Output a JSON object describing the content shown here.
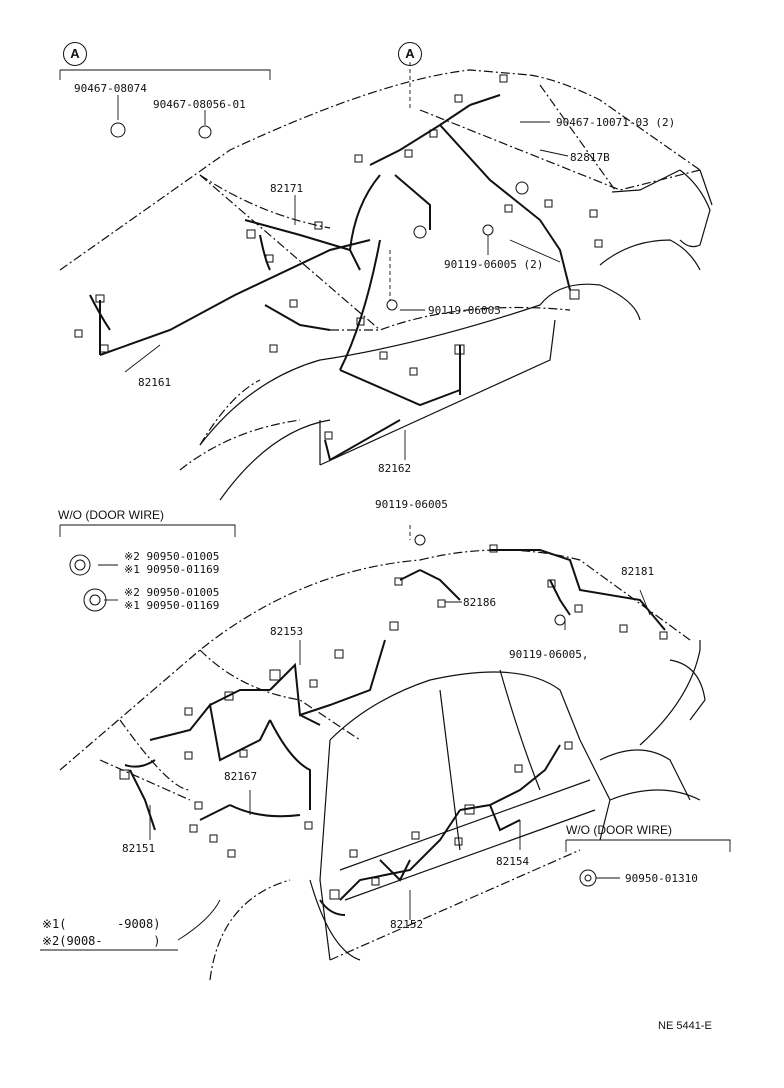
{
  "top_section": {
    "callout_a_left": "A",
    "callout_a_right": "A",
    "clip_1": "90467-08074",
    "clip_2": "90467-08056-01",
    "clip_3": "90467-10071-03 (2)",
    "part_82817b": "82817B",
    "part_82171": "82171",
    "bolt_2": "90119-06005 (2)",
    "bolt_1": "90119-06005",
    "part_82161": "82161",
    "part_82162": "82162"
  },
  "bottom_section": {
    "bolt_top": "90119-06005",
    "part_82181": "82181",
    "part_82186": "82186",
    "bolt_mid": "90119-06005,",
    "wo_door_wire_left": "W/O (DOOR WIRE)",
    "grommet_a_line1": "※2 90950-01005",
    "grommet_a_line2": "※1 90950-01169",
    "grommet_b_line1": "※2 90950-01005",
    "grommet_b_line2": "※1 90950-01169",
    "part_82153": "82153",
    "part_82167": "82167",
    "part_82151": "82151",
    "part_82154": "82154",
    "part_82152": "82152",
    "wo_door_wire_right": "W/O (DOOR WIRE)",
    "grommet_c": "90950-01310",
    "note_1": "※1(       -9008)",
    "note_2": "※2(9008-       )"
  },
  "footer": {
    "figure_code": "NE 5441-E"
  }
}
